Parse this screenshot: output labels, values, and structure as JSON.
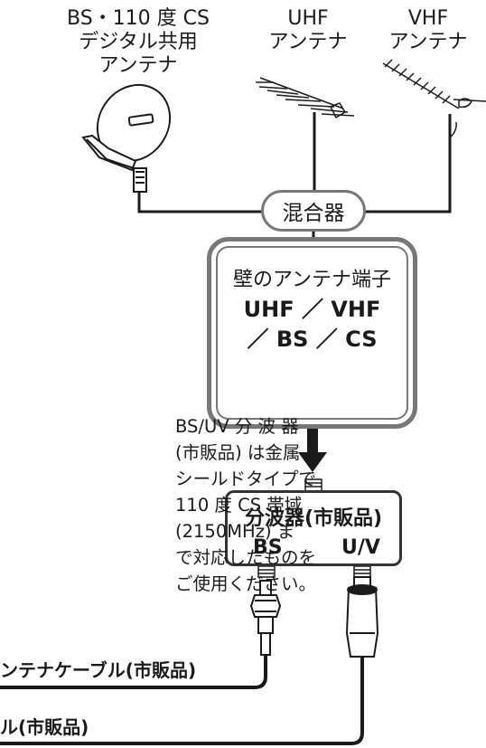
{
  "antennas": {
    "bs_cs": {
      "lines": [
        "BS・110 度 CS",
        "デジタル共用",
        "アンテナ"
      ]
    },
    "uhf": {
      "lines": [
        "UHF",
        "アンテナ"
      ]
    },
    "vhf": {
      "lines": [
        "VHF",
        "アンテナ"
      ]
    }
  },
  "mixer": {
    "label": "混合器"
  },
  "wall_terminal": {
    "title": "壁のアンテナ端子",
    "line1": "UHF ／ VHF",
    "line2": "／ BS ／ CS"
  },
  "splitter": {
    "title": "分波器(市販品)",
    "port_bs": "BS",
    "port_uv": "U/V"
  },
  "note": {
    "lines": [
      "BS/UV 分 波 器",
      "(市販品) は金属",
      "シールドタイプで",
      "110 度 CS 帯域",
      "(2150MHz) ま",
      "で対応したものを",
      "ご使用ください。"
    ]
  },
  "cables": {
    "cable1": "ンテナケーブル(市販品)",
    "cable2": "ル(市販品)"
  },
  "colors": {
    "line": "#1a1a1a",
    "frame_gray": "#777777"
  }
}
